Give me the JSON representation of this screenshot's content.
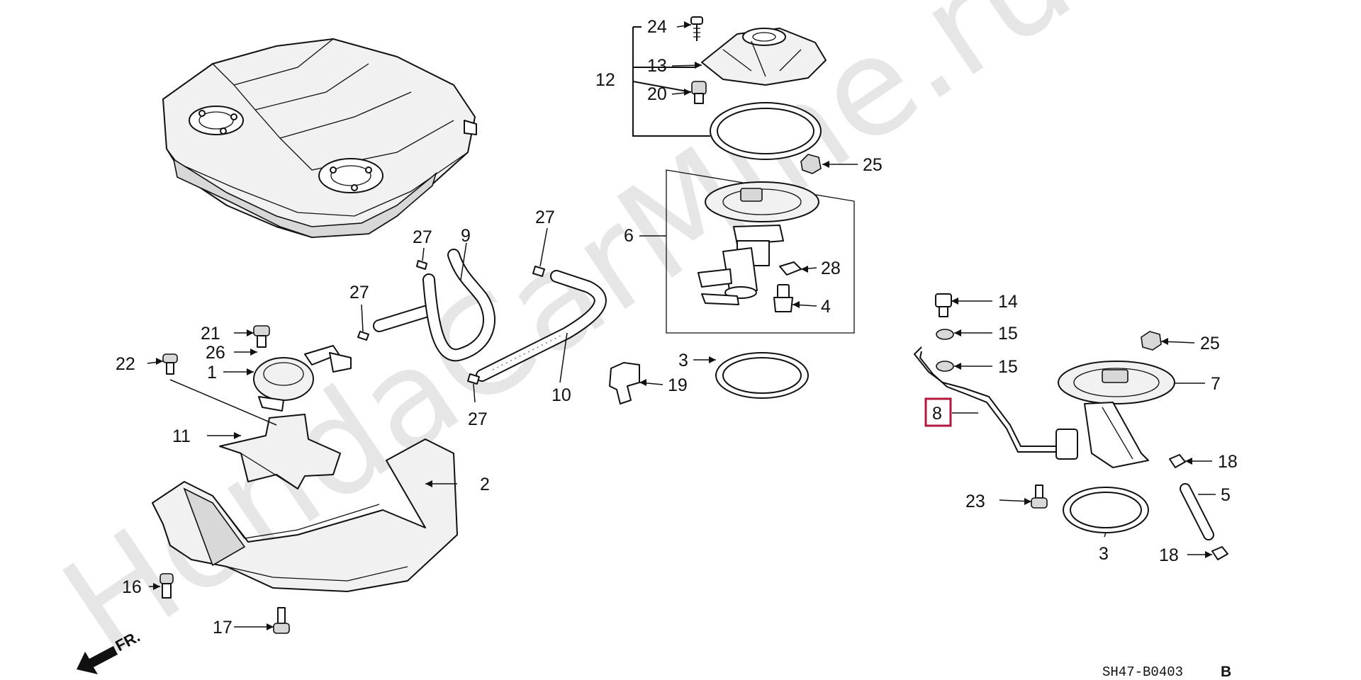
{
  "diagram": {
    "watermark": "HondaCarMine.ru",
    "code": "SH47-B0403",
    "code_suffix": "B",
    "direction": "FR.",
    "highlight_color": "#b0183e",
    "callouts": [
      {
        "id": "c-24",
        "text": "24"
      },
      {
        "id": "c-13",
        "text": "13"
      },
      {
        "id": "c-12",
        "text": "12"
      },
      {
        "id": "c-20",
        "text": "20"
      },
      {
        "id": "c-25a",
        "text": "25"
      },
      {
        "id": "c-6",
        "text": "6"
      },
      {
        "id": "c-28",
        "text": "28"
      },
      {
        "id": "c-4",
        "text": "4"
      },
      {
        "id": "c-3a",
        "text": "3"
      },
      {
        "id": "c-19",
        "text": "19"
      },
      {
        "id": "c-27a",
        "text": "27"
      },
      {
        "id": "c-9",
        "text": "9"
      },
      {
        "id": "c-27b",
        "text": "27"
      },
      {
        "id": "c-27c",
        "text": "27"
      },
      {
        "id": "c-10",
        "text": "10"
      },
      {
        "id": "c-27d",
        "text": "27"
      },
      {
        "id": "c-21",
        "text": "21"
      },
      {
        "id": "c-26",
        "text": "26"
      },
      {
        "id": "c-22",
        "text": "22"
      },
      {
        "id": "c-1",
        "text": "1"
      },
      {
        "id": "c-11",
        "text": "11"
      },
      {
        "id": "c-2",
        "text": "2"
      },
      {
        "id": "c-16",
        "text": "16"
      },
      {
        "id": "c-17",
        "text": "17"
      },
      {
        "id": "c-14",
        "text": "14"
      },
      {
        "id": "c-15a",
        "text": "15"
      },
      {
        "id": "c-15b",
        "text": "15"
      },
      {
        "id": "c-25b",
        "text": "25"
      },
      {
        "id": "c-7",
        "text": "7"
      },
      {
        "id": "c-8",
        "text": "8"
      },
      {
        "id": "c-18a",
        "text": "18"
      },
      {
        "id": "c-5",
        "text": "5"
      },
      {
        "id": "c-23",
        "text": "23"
      },
      {
        "id": "c-3b",
        "text": "3"
      },
      {
        "id": "c-18b",
        "text": "18"
      }
    ]
  }
}
